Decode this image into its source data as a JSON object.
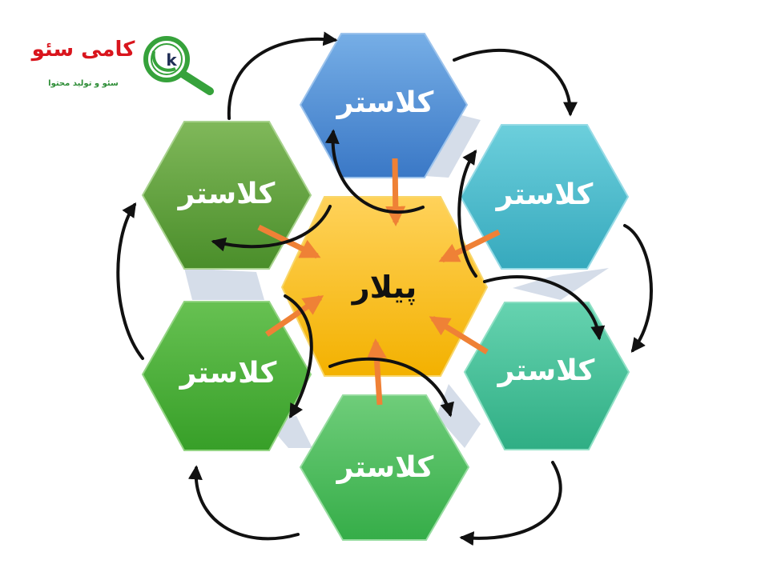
{
  "logo": {
    "title": "کامی سئو",
    "subtitle": "سئو و تولید محتوا",
    "mark_letter": "k"
  },
  "pillar": {
    "label": "پیلار",
    "color": "#fbbd15"
  },
  "clusters": [
    {
      "id": "top",
      "label": "کلاستر",
      "color": "#4e8ed6"
    },
    {
      "id": "upper-right",
      "label": "کلاستر",
      "color": "#47bacc"
    },
    {
      "id": "lower-right",
      "label": "کلاستر",
      "color": "#3fbf95"
    },
    {
      "id": "bottom",
      "label": "کلاستر",
      "color": "#45bd57"
    },
    {
      "id": "lower-left",
      "label": "کلاستر",
      "color": "#43ad35"
    },
    {
      "id": "upper-left",
      "label": "کلاستر",
      "color": "#5a9f36"
    }
  ],
  "colors": {
    "orange_arrow": "#ef8136",
    "black_arrow": "#111111",
    "logo_red": "#d9151d",
    "logo_green": "#36a23b"
  }
}
